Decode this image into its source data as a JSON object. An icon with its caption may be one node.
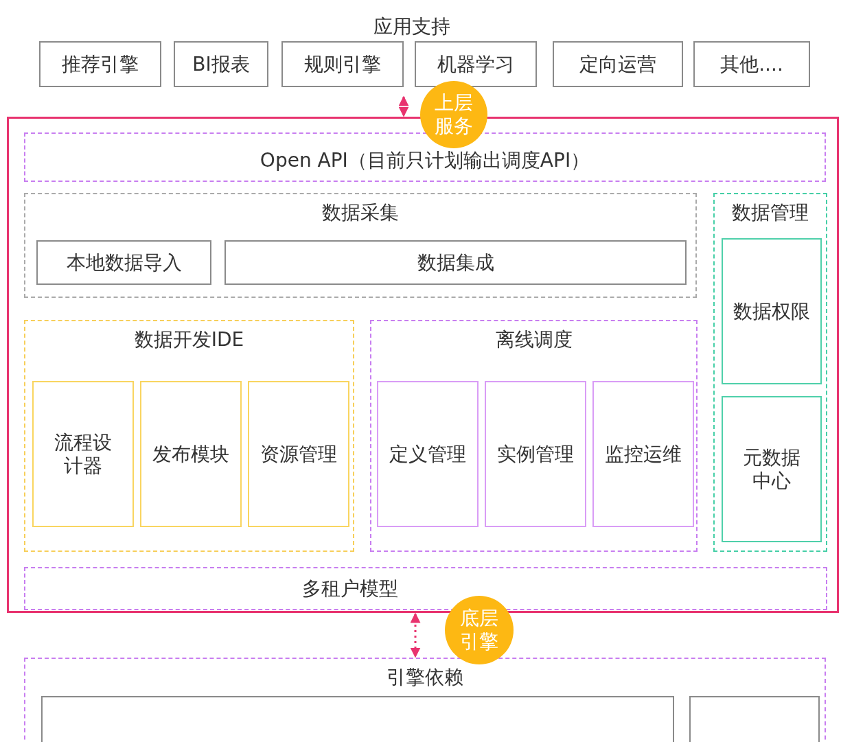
{
  "diagram": {
    "nodes": [
      {
        "text": [
          "推荐引擎"
        ]
      },
      {
        "text": [
          "BI报表"
        ]
      },
      {
        "text": [
          "规则引擎"
        ]
      },
      {
        "text": [
          "机器学习"
        ]
      },
      {
        "text": [
          "定向运营"
        ]
      },
      {
        "text": [
          "其他...."
        ]
      },
      {
        "text": [],
        "shape": "box"
      },
      {
        "text": [
          "上层服务"
        ]
      },
      {
        "text": [
          "Open API（目前只计划输出调度API）"
        ],
        "in": 6
      },
      {
        "text": [
          "数据采集"
        ],
        "in": 6
      },
      {
        "text": [
          "本地数据导入"
        ],
        "in": 9
      },
      {
        "text": [
          "数据集成"
        ],
        "in": 9
      },
      {
        "text": [
          "数据管理"
        ],
        "in": 6
      },
      {
        "text": [
          "数据权限"
        ],
        "in": 12
      },
      {
        "text": [
          "元数据中心"
        ],
        "in": 12
      },
      {
        "text": [
          "数据开发IDE"
        ],
        "in": 6
      },
      {
        "text": [
          "流程设计器"
        ],
        "in": 15
      },
      {
        "text": [
          "发布模块"
        ],
        "in": 15
      },
      {
        "text": [
          "资源管理"
        ],
        "in": 15
      },
      {
        "text": [
          "离线调度"
        ],
        "in": 6
      },
      {
        "text": [
          "定义管理"
        ],
        "in": 19
      },
      {
        "text": [
          "实例管理"
        ],
        "in": 19
      },
      {
        "text": [
          "监控运维"
        ],
        "in": 19
      },
      {
        "text": [
          "多租户模型"
        ],
        "in": 6
      },
      {
        "text": [
          "底层引擎"
        ]
      },
      {
        "text": [
          "引擎依赖"
        ]
      },
      {
        "text": [],
        "shape": "box",
        "in": 25
      },
      {
        "text": [],
        "shape": "box",
        "in": 25
      }
    ],
    "edges": [
      {
        "from": 2,
        "to": 6,
        "arrow": "both",
        "style": "dashed"
      },
      {
        "from": 6,
        "to": 25,
        "arrow": "both",
        "style": "dashed"
      }
    ],
    "labels": [
      "应用支持"
    ]
  }
}
